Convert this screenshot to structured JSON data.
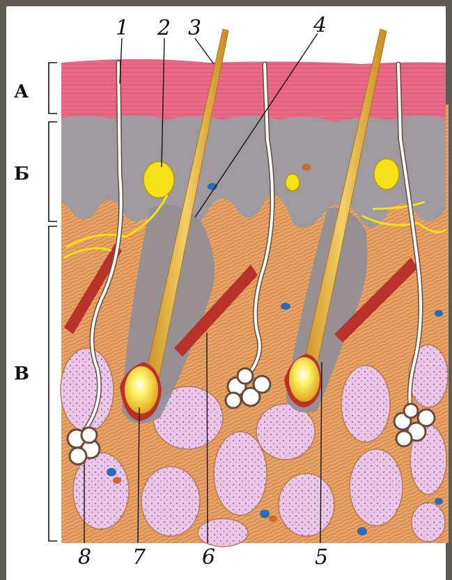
{
  "layers": [
    {
      "letter": "А"
    },
    {
      "letter": "Б"
    },
    {
      "letter": "В"
    }
  ],
  "callouts": [
    {
      "num": "1"
    },
    {
      "num": "2"
    },
    {
      "num": "3"
    },
    {
      "num": "4"
    },
    {
      "num": "5"
    },
    {
      "num": "6"
    },
    {
      "num": "7"
    },
    {
      "num": "8"
    }
  ],
  "colors": {
    "epidermis": "#e86a86",
    "basal": "#9a9aa2",
    "dermis": "#e7a466",
    "fat": "#ecc6e6",
    "hair": "#e9b640",
    "bulb": "#fff05a",
    "gland": "#f6e01a",
    "muscle": "#b8322a"
  }
}
